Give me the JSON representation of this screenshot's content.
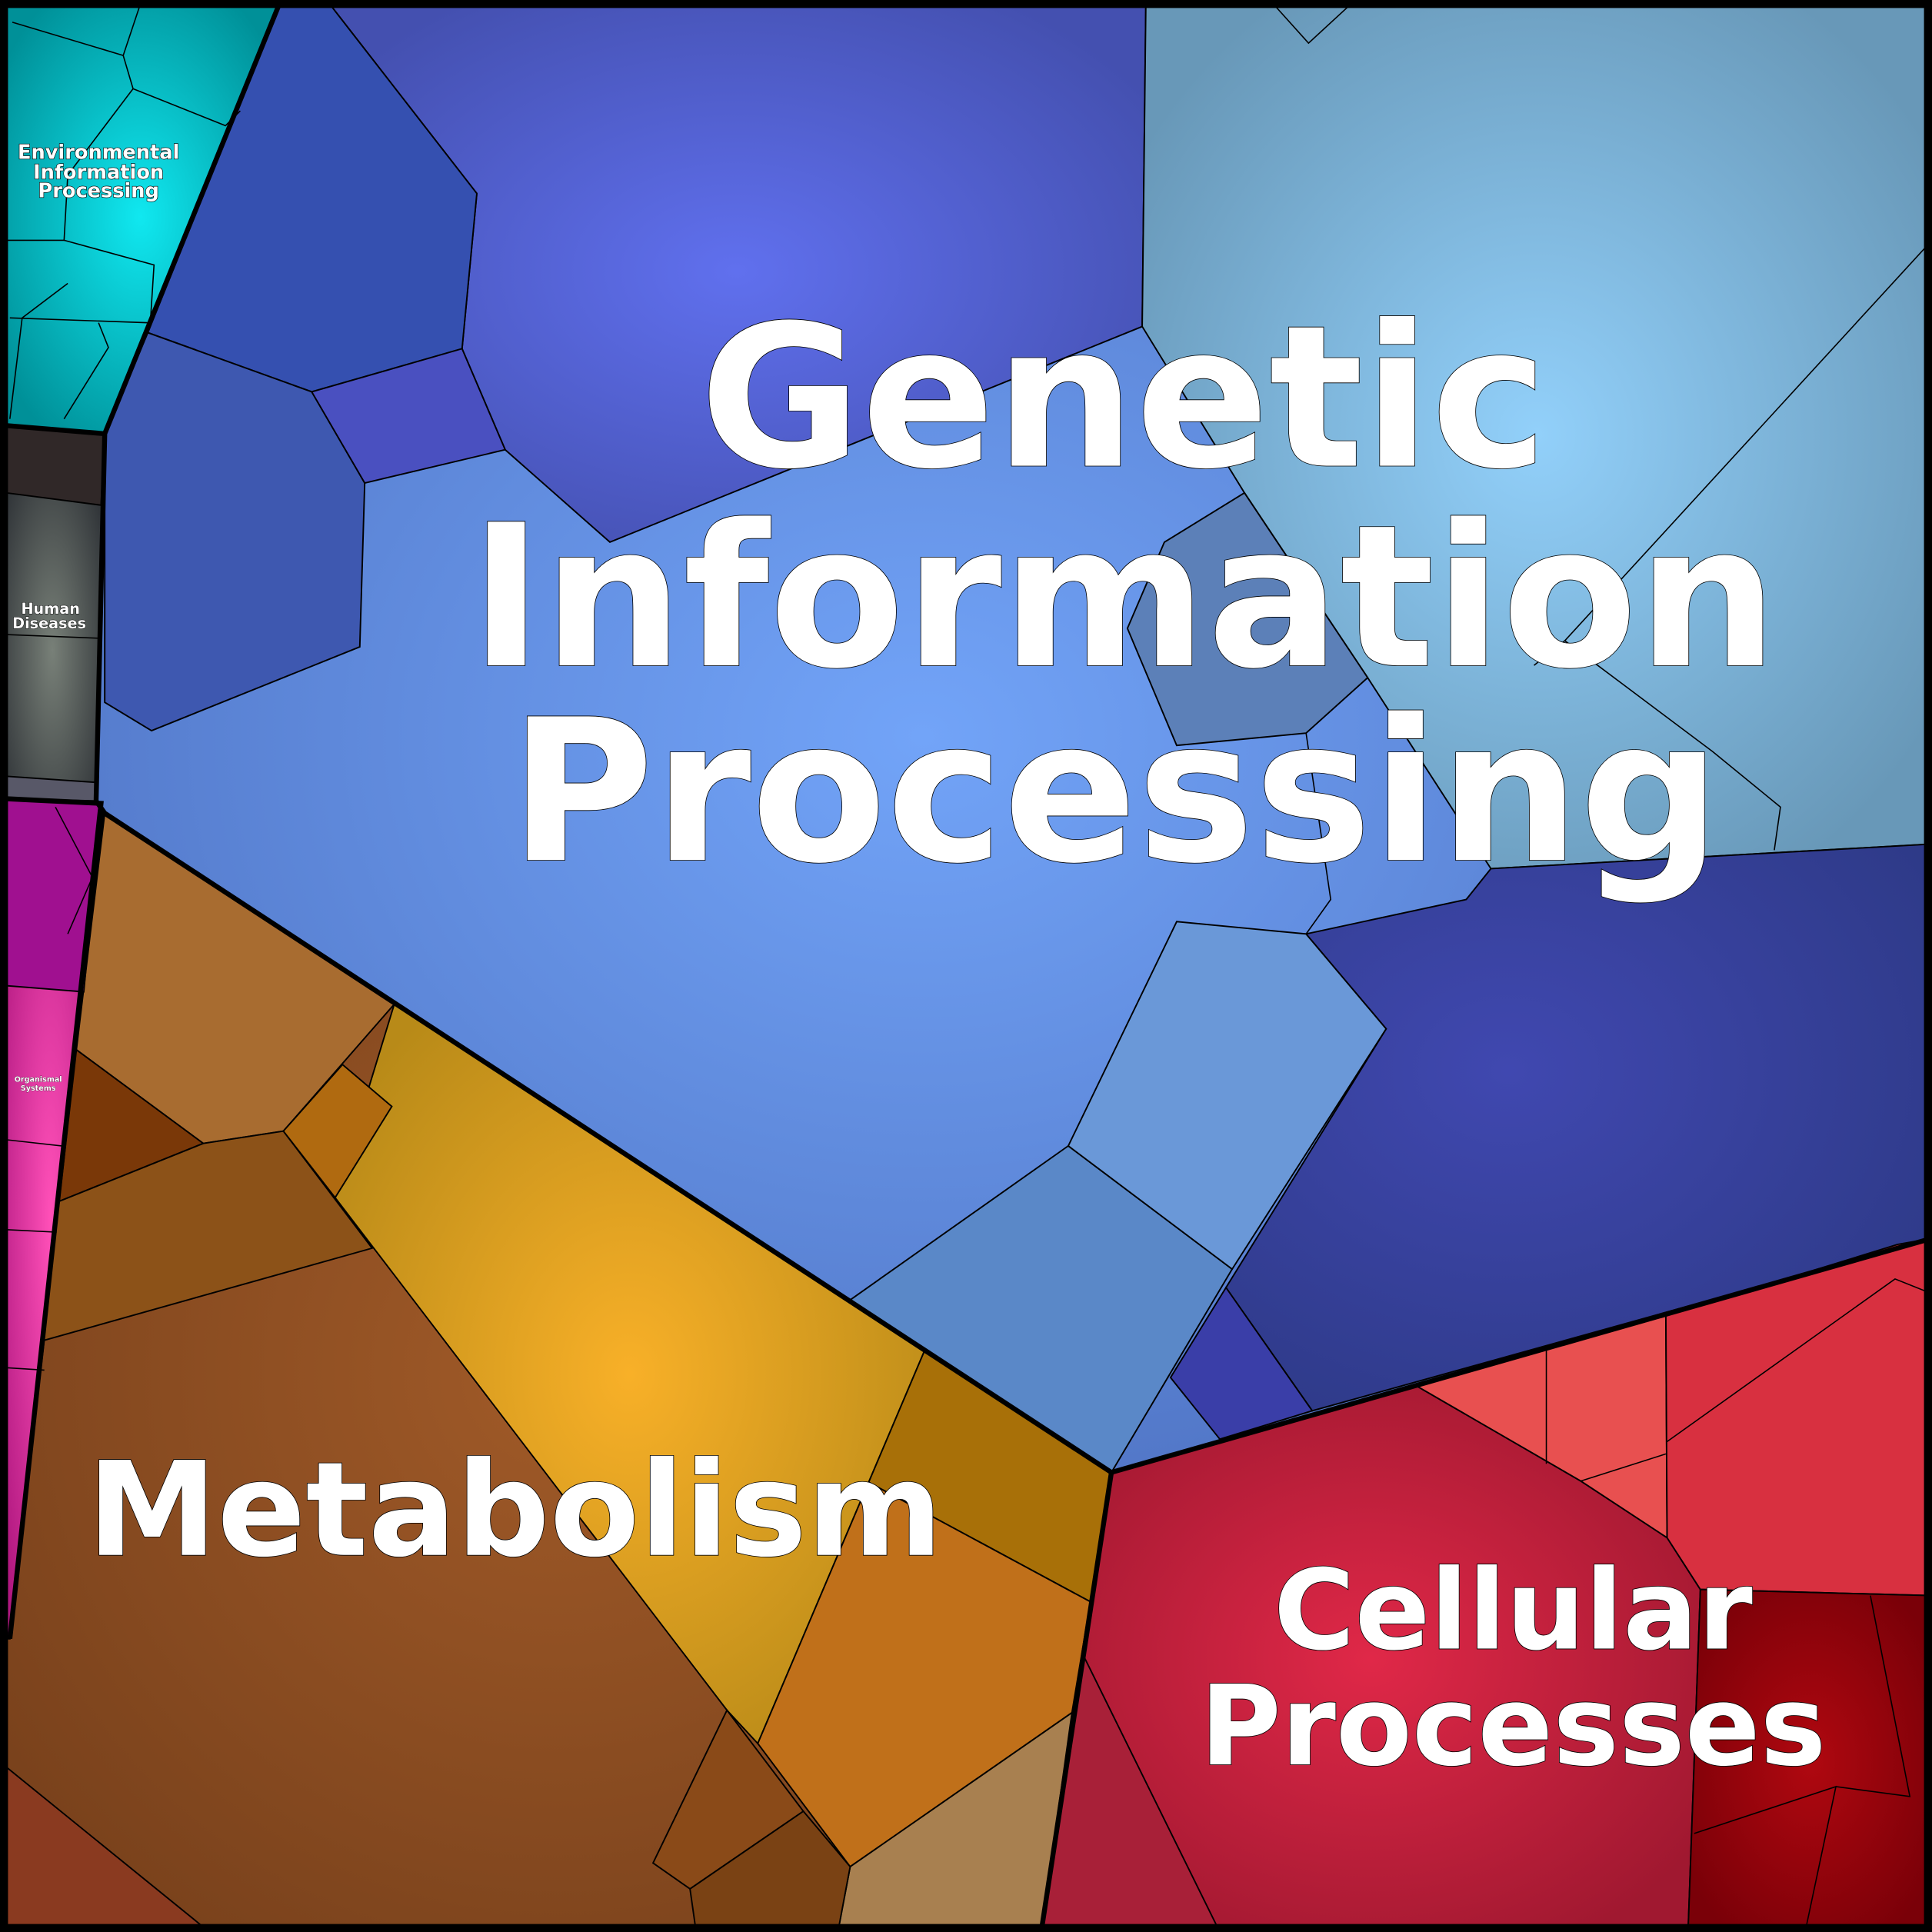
{
  "title": "Voronoi treemap of pathway categories",
  "categories": [
    {
      "name": "Genetic Information Processing",
      "lines": [
        "Genetic",
        "Information",
        "Processing"
      ],
      "color": "#5a84d8"
    },
    {
      "name": "Metabolism",
      "lines": [
        "Metabolism"
      ],
      "color": "#c98a2a"
    },
    {
      "name": "Cellular Processes",
      "lines": [
        "Cellular",
        "Processes"
      ],
      "color": "#c42038"
    },
    {
      "name": "Environmental Information Processing",
      "lines": [
        "Environmental",
        "Information",
        "Processing"
      ],
      "color": "#10c8d0"
    },
    {
      "name": "Human Diseases",
      "lines": [
        "Human",
        "Diseases"
      ],
      "color": "#505458"
    },
    {
      "name": "Organismal Systems",
      "lines": [
        "Organismal",
        "Systems"
      ],
      "color": "#e0409a"
    }
  ]
}
